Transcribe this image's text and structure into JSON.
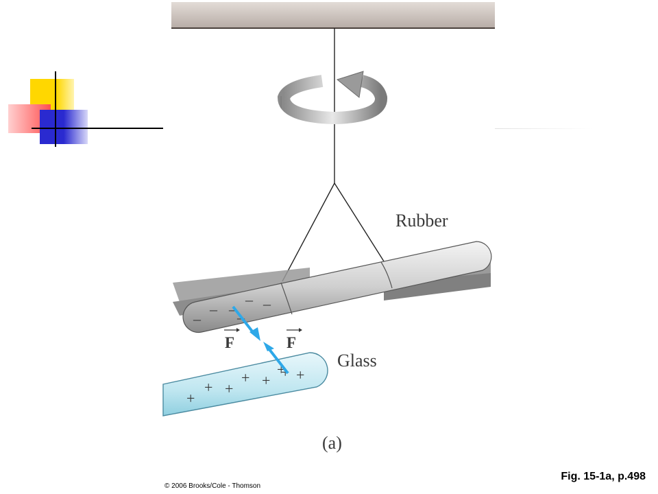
{
  "figure": {
    "label_rubber": "Rubber",
    "label_glass": "Glass",
    "label_force_left": "F",
    "label_force_right": "F",
    "panel_label": "(a)",
    "rubber_charges": [
      "–",
      "–",
      "–",
      "–",
      "–",
      "–"
    ],
    "glass_charges": [
      "+",
      "+",
      "+",
      "+",
      "+",
      "+",
      "+",
      "+"
    ]
  },
  "caption": "Fig. 15-1a, p.498",
  "copyright": "© 2006 Brooks/Cole - Thomson",
  "colors": {
    "deco_yellow": "#ffd700",
    "deco_red": "#ff5050",
    "deco_blue": "#3a3ad8",
    "force_arrow": "#2ea8e8",
    "glass_fill": "#bfe6f0",
    "rubber_fill": "#c8c8c8"
  }
}
